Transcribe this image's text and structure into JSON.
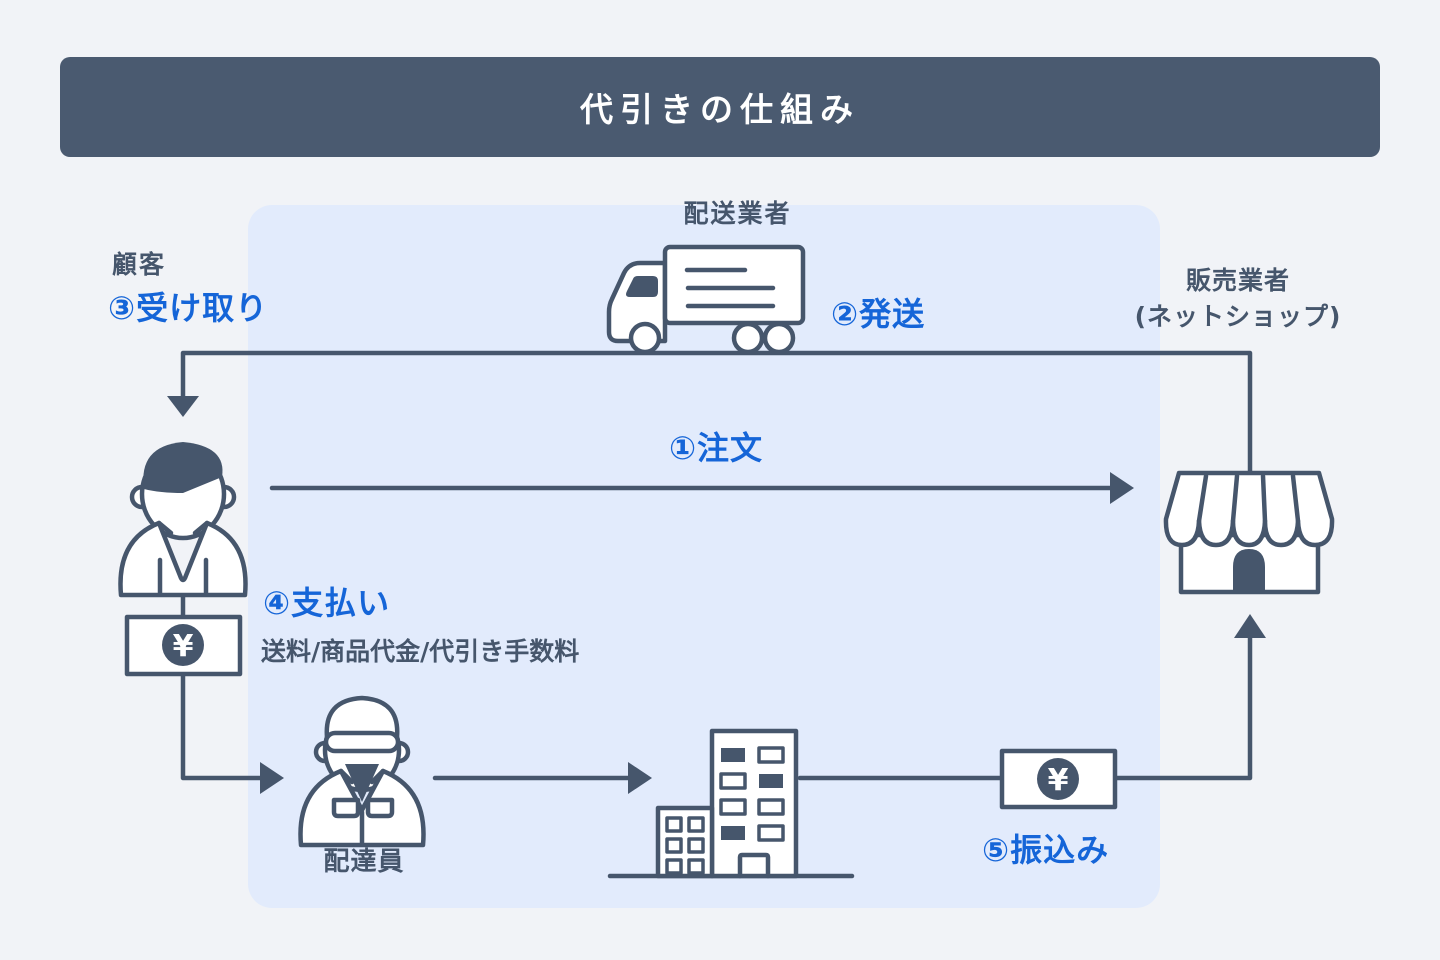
{
  "header": {
    "title": "代引きの仕組み"
  },
  "labels": {
    "customer": "顧客",
    "carrier": "配送業者",
    "seller_line1": "販売業者",
    "seller_line2": "(ネットショップ)",
    "courier": "配達員"
  },
  "steps": {
    "order": "①注文",
    "ship": "②発送",
    "receive": "③受け取り",
    "pay": "④支払い",
    "pay_detail": "送料/商品代金/代引き手数料",
    "transfer": "⑤振込み"
  },
  "money": {
    "symbol": "¥"
  },
  "colors": {
    "page_bg": "#f1f3f7",
    "header_bg": "#4a5a70",
    "panel_bg": "#e2ebfc",
    "accent_blue": "#1565d8",
    "slate": "#46566c",
    "icon_fill": "#ffffff"
  }
}
